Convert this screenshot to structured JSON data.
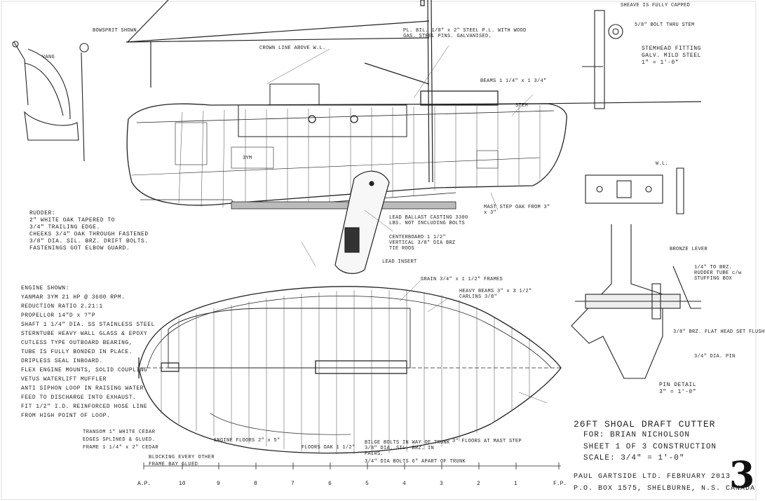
{
  "title_block": {
    "title": "26FT SHOAL DRAFT CUTTER",
    "for": "FOR: BRIAN NICHOLSON",
    "sheet": "SHEET 1 OF 3  CONSTRUCTION",
    "scale": "SCALE: 3/4\" = 1'-0\"",
    "firm": "PAUL GARTSIDE LTD. FEBRUARY 2013",
    "address": "P.O. BOX 1575, SHELBURNE, N.S. CANADA",
    "sheet_number": "3"
  },
  "notes": {
    "rudder": [
      "RUDDER:",
      "2\" WHITE OAK TAPERED TO",
      "3/4\" TRAILING EDGE.",
      "CHEEKS 3/4\" OAK THROUGH FASTENED",
      "3/8\" DIA. SIL. BRZ. DRIFT BOLTS.",
      "FASTENINGS GOT ELBOW GUARD."
    ],
    "engine": [
      "ENGINE SHOWN:",
      "YANMAR 3YM  21 HP @ 3600 RPM.",
      "REDUCTION RATIO 2.21:1",
      "PROPELLOR 14\"D x ?\"P",
      "SHAFT 1 1/4\" DIA. SS STAINLESS STEEL",
      "STERNTUBE HEAVY WALL GLASS & EPOXY",
      "CUTLESS TYPE OUTBOARD BEARING,",
      "TUBE IS FULLY BONDED IN PLACE.",
      "DRIPLESS SEAL INBOARD.",
      "FLEX ENGINE MOUNTS, SOLID COUPLING"
    ],
    "exhaust": [
      "VETUS WATERLIFT MUFFLER",
      "ANTI SIPHON LOOP IN RAISING WATER",
      "FEED TO DISCHARGE INTO EXHAUST.",
      "FIT 1/2\" I.D. REINFORCED HOSE LINE",
      "FROM HIGH POINT OF LOOP."
    ],
    "transom": [
      "TRANSOM 1\" WHITE CEDAR",
      "EDGES SPLINED & GLUED.",
      "FRAME 1 1/4\" x 2\" CEDAR"
    ],
    "blocking": [
      "BLOCKING EVERY OTHER",
      "FRAME BAY GLUED"
    ],
    "pin_detail": [
      "PIN DETAIL",
      "3\" = 1'-0\""
    ],
    "stemhead": [
      "STEMHEAD FITTING",
      "GALV. MILD STEEL",
      "1\" = 1'-0\""
    ]
  },
  "labels": {
    "bowsprit": "BOWSPRIT SHOWN",
    "crown": "CROWN LINE ABOVE W.L.",
    "steel_plate": "PL. BIL. 1/8\" x 2\" STEEL P.L. WITH WOOD GAS. STEEL PINS. GALVANISED.",
    "vang": "VANG",
    "sheave": "SHEAVE IS FULLY CAPPED",
    "stem_bolt": "5/8\" BOLT THRU STEM",
    "deck_beams": "BEAMS 1 1/4\" x 1 3/4\"",
    "lead_ballast": "LEAD BALLAST CASTING 3300 LBS. NOT INCLUDING BOLTS",
    "mast_step": "MAST STEP OAK FROM 3\" x 3\"",
    "centerboard": "CENTERBOARD 1 1/2\" VERTICAL 3/8\" DIA BRZ TIE RODS",
    "lead_insert": "LEAD INSERT",
    "heavy_beams": "HEAVY BEAMS 3\" x 3 1/2\" CARLINS 3/8\"",
    "frames": "GRAIN 3/4\" x 1 1/2\" FRAMES",
    "floors_mast": "3\" FLOORS AT MAST STEP",
    "bilge_bolts": "BILGE BOLTS IN WAY OF TRUNK 3/8\" DIA. SIL. BRZ. IN PAIRS.",
    "trunk": "3/4\" DIA BOLTS 6\" APART OF TRUNK",
    "floors_oak": "FLOORS OAK 1 1/2\"",
    "engine_floors": "ENGINE FLOORS 2\" x 5\"",
    "bronze_lever": "BRONZE LEVER",
    "stuffing": "1/4\" TO BRZ. RUDDER TUBE c/w STUFFING BOX",
    "pin_hole": "3/4\" DIA. PIN",
    "bolt_note": "3/8\" BRZ. FLAT HEAD SET FLUSH",
    "stem": "STEM",
    "ygm": "3YM",
    "wl": "W.L."
  },
  "stations": [
    "A.P.",
    "10",
    "9",
    "8",
    "7",
    "6",
    "5",
    "4",
    "3",
    "2",
    "1",
    "F.P."
  ]
}
